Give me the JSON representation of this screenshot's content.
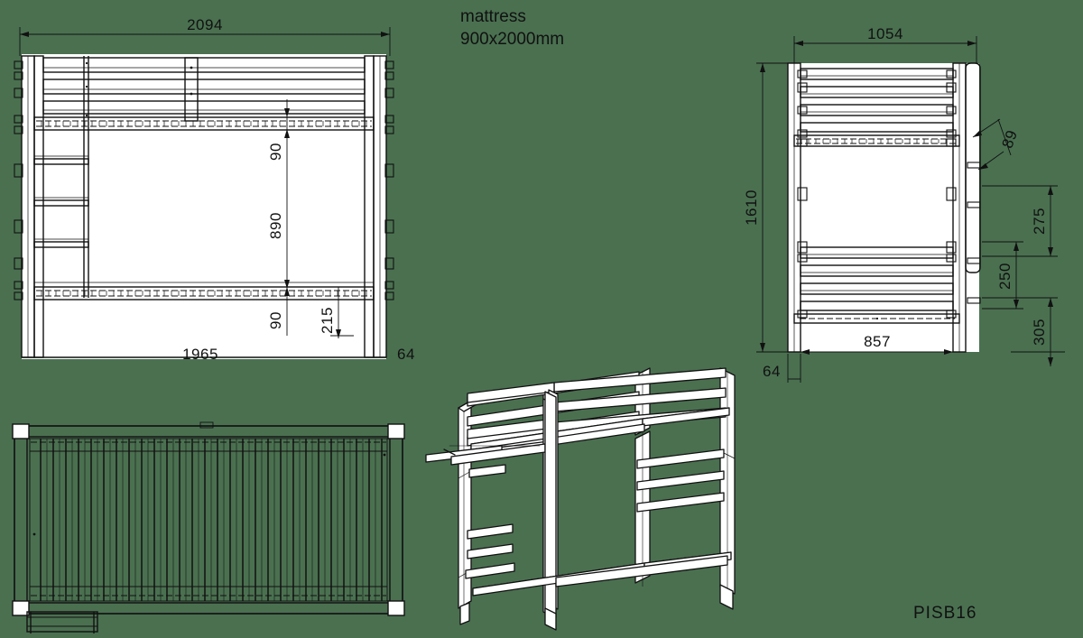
{
  "drawing": {
    "title_code": "PISB16",
    "background_color": "#4a7050",
    "line_color": "#111111",
    "fill_color": "#ffffff",
    "notes": {
      "mattress_line1": "mattress",
      "mattress_line2": "900x2000mm"
    }
  },
  "views": {
    "front_elevation": {
      "name": "front-elevation",
      "dimensions": {
        "overall_length": "2094",
        "inner_length": "1965",
        "post_width": "64",
        "upper_slat_thickness": "90",
        "bunk_clearance": "890",
        "lower_slat_thickness": "90",
        "floor_clearance": "215"
      }
    },
    "side_elevation": {
      "name": "side-elevation",
      "dimensions": {
        "overall_width": "1054",
        "overall_height": "1610",
        "inner_width": "857",
        "post_width": "64",
        "rail_thickness": "89",
        "rail_gap_upper": "275",
        "rail_gap_mid": "250",
        "rail_gap_lower": "305"
      }
    },
    "plan_view": {
      "name": "plan-view",
      "slat_count": 28
    },
    "isometric_view": {
      "name": "isometric-view"
    }
  }
}
